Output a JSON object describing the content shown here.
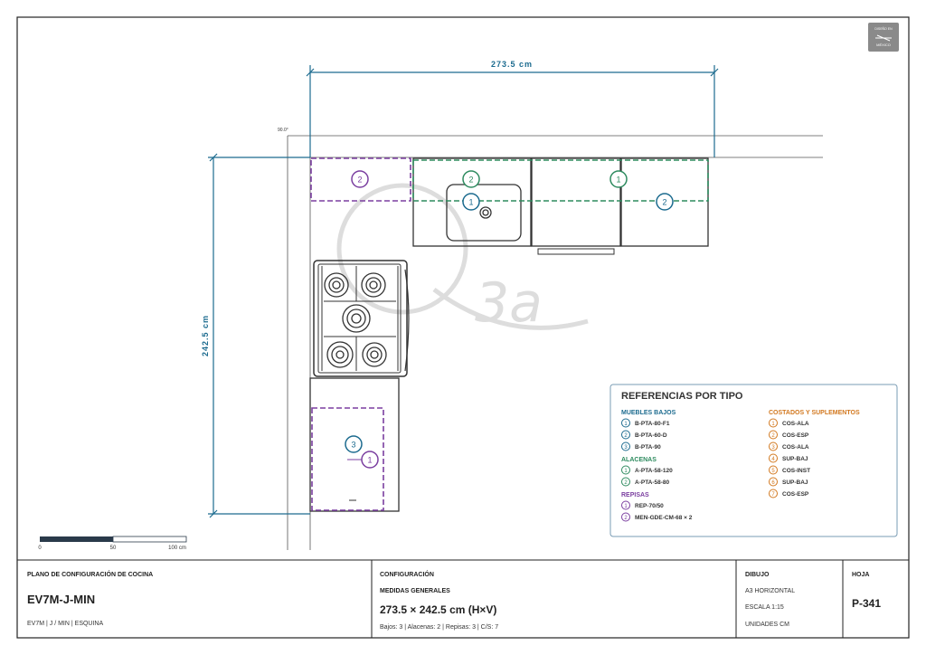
{
  "colors": {
    "frame": "#222222",
    "dim_blue": "#1c6b8f",
    "base_blue": "#1c6b8f",
    "wall_green": "#2e8b5f",
    "shelf_purple": "#7b3fa0",
    "finish_orange": "#d2781f",
    "watermark": "#dddddd",
    "legend_border": "#7a9cb4"
  },
  "logo": {
    "line1": "DISEÑO EN",
    "line2": "MÉXICO"
  },
  "plan": {
    "width_label": "273.5 cm",
    "height_label": "242.5 cm",
    "angle_label": "90.0°",
    "watermark_text": "3a",
    "markers": {
      "top_shelf": "2",
      "sink_wall": "2",
      "sink_base": "1",
      "right_wall": "1",
      "right_base": "2",
      "lower_base": "3",
      "lower_shelf": "1"
    }
  },
  "scale_bar": {
    "labels": [
      "0",
      "50",
      "100 cm"
    ]
  },
  "legend": {
    "title": "REFERENCIAS POR TIPO",
    "groups": [
      {
        "name": "MUEBLES BAJOS",
        "color": "#1c6b8f",
        "items": [
          {
            "n": "1",
            "code": "B-PTA-80-F1"
          },
          {
            "n": "2",
            "code": "B-PTA-60-D"
          },
          {
            "n": "3",
            "code": "B-PTA-90"
          }
        ]
      },
      {
        "name": "ALACENAS",
        "color": "#2e8b5f",
        "items": [
          {
            "n": "1",
            "code": "A-PTA-58-120"
          },
          {
            "n": "2",
            "code": "A-PTA-58-80"
          }
        ]
      },
      {
        "name": "REPISAS",
        "color": "#7b3fa0",
        "items": [
          {
            "n": "1",
            "code": "REP-70/50"
          },
          {
            "n": "2",
            "code": "MEN-GDE-CM-68 × 2"
          }
        ]
      },
      {
        "name": "COSTADOS Y SUPLEMENTOS",
        "color": "#d2781f",
        "items": [
          {
            "n": "1",
            "code": "COS-ALA"
          },
          {
            "n": "2",
            "code": "COS-ESP"
          },
          {
            "n": "3",
            "code": "COS-ALA"
          },
          {
            "n": "4",
            "code": "SUP-BAJ"
          },
          {
            "n": "5",
            "code": "COS-INST"
          },
          {
            "n": "6",
            "code": "SUP-BAJ"
          },
          {
            "n": "7",
            "code": "COS-ESP"
          }
        ]
      }
    ]
  },
  "title_block": {
    "plan_label": "PLANO DE CONFIGURACIÓN DE COCINA",
    "model": "EV7M-J-MIN",
    "model_sub": "EV7M | J / MIN | ESQUINA",
    "config_label": "CONFIGURACIÓN",
    "measures_label": "MEDIDAS GENERALES",
    "measures_value": "273.5 × 242.5 cm (H×V)",
    "counts": "Bajos: 3 | Alacenas: 2 | Repisas: 3 | C/S: 7",
    "drawing_label": "DIBUJO",
    "format": "A3 HORIZONTAL",
    "scale": "ESCALA 1:15",
    "units": "UNIDADES CM",
    "sheet_label": "HOJA",
    "sheet_value": "P-341"
  }
}
